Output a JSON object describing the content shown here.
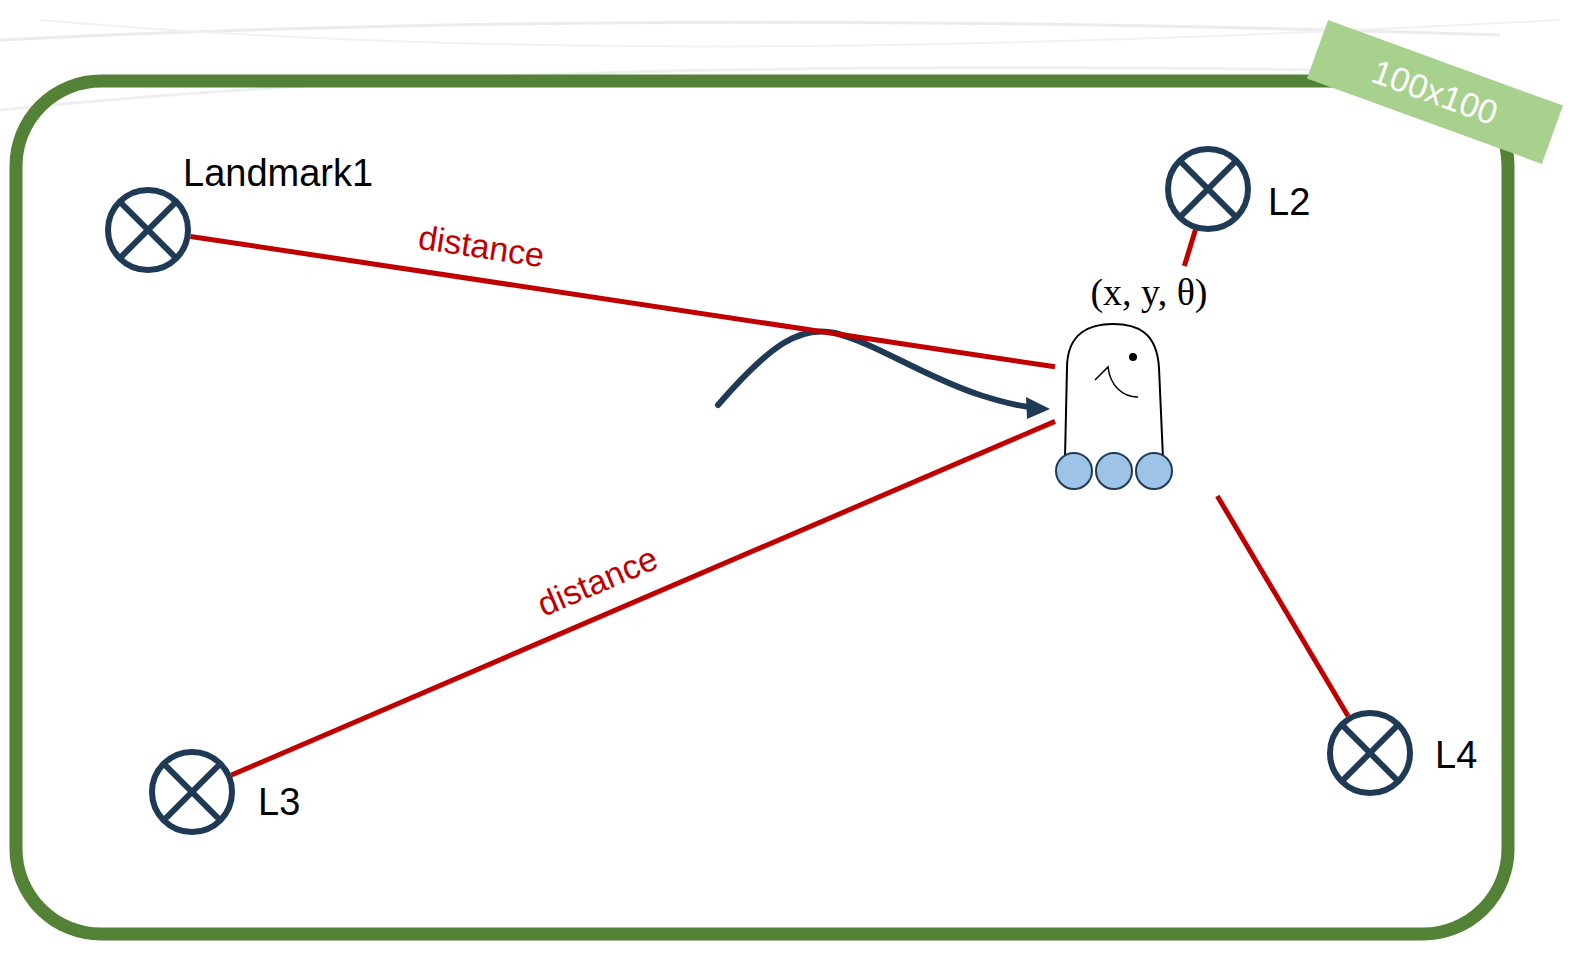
{
  "diagram": {
    "nodes": [
      {
        "text": [
          "Landmark1"
        ]
      },
      {
        "text": [
          "L2"
        ]
      },
      {
        "text": [
          "(x, y, θ)"
        ]
      },
      {
        "text": [
          "L3"
        ]
      },
      {
        "text": [
          "L4"
        ]
      },
      {
        "text": [
          "100x100"
        ]
      }
    ],
    "edges": [
      {
        "from": 0,
        "to": 2,
        "arrow": "none",
        "label": "distance"
      },
      {
        "from": 1,
        "to": 2,
        "arrow": "none"
      },
      {
        "from": 3,
        "to": 2,
        "arrow": "none",
        "label": "distance"
      },
      {
        "from": 4,
        "to": 2,
        "arrow": "none"
      }
    ]
  }
}
